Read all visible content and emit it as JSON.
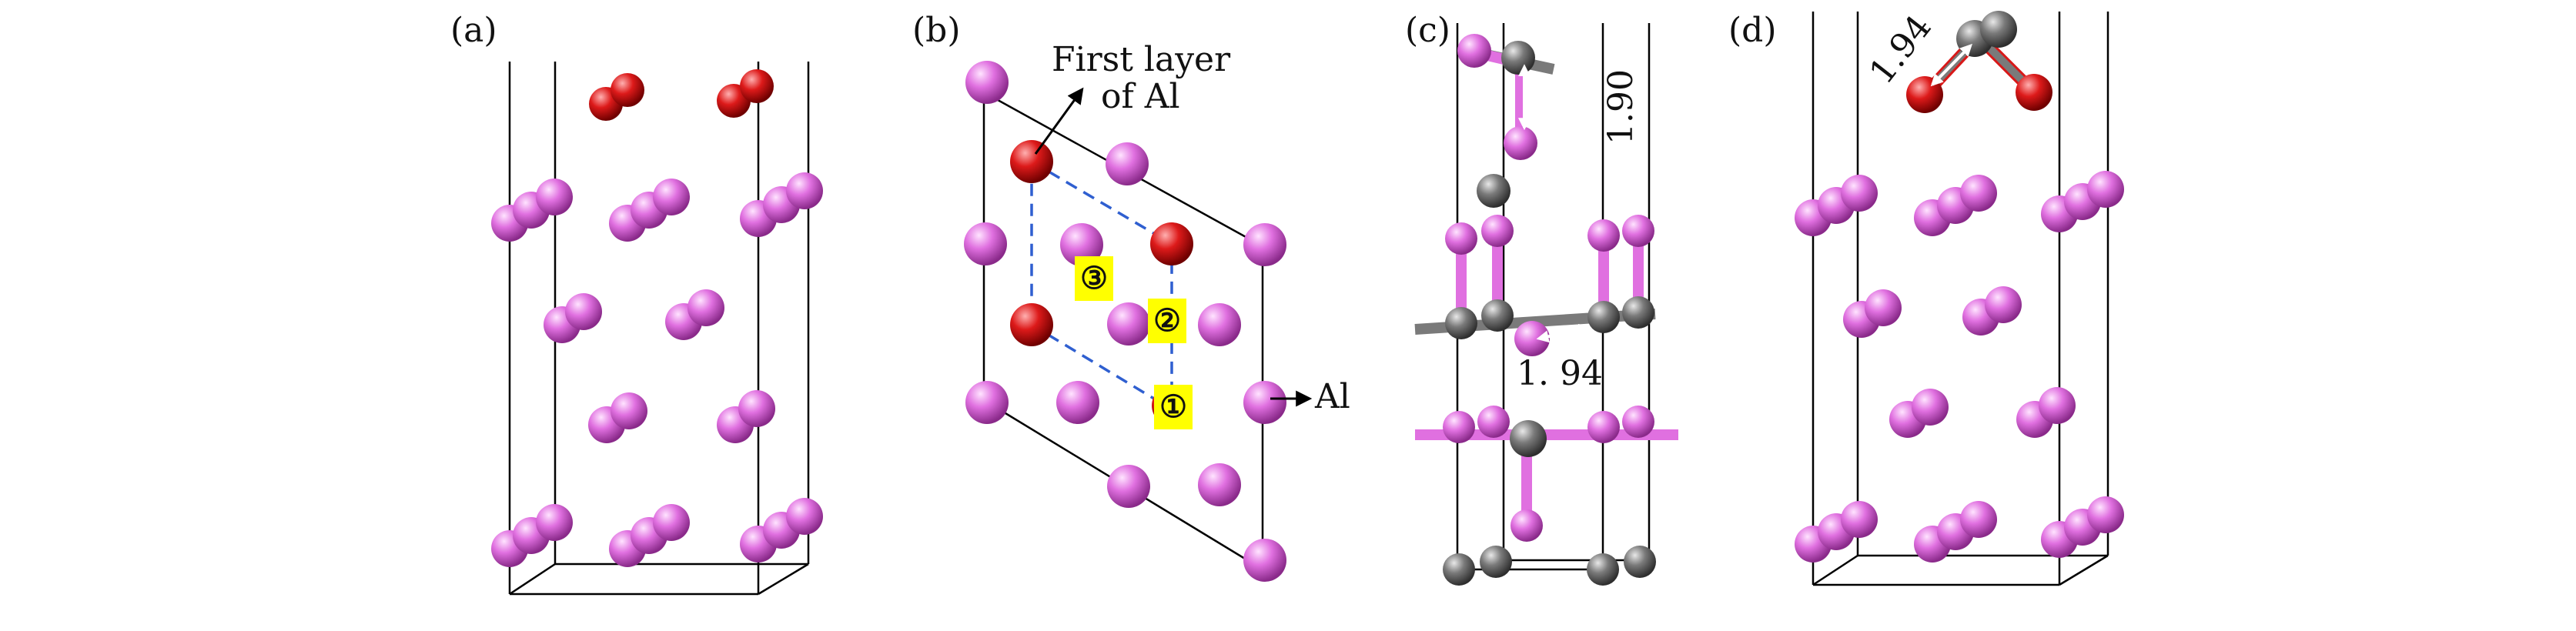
{
  "colors": {
    "al_atom": "#e070e0",
    "o_atom": "#d81818",
    "c_atom": "#7a7a7a",
    "cell_line": "#000000",
    "dashed_site_line": "#2f5fd0",
    "site_marker": "#ffff00",
    "bond_arrow": "#ffffff"
  },
  "panels": {
    "a": {
      "label": "(a)"
    },
    "b": {
      "label": "(b)",
      "annotation_line1": "First layer",
      "annotation_line2": "of Al",
      "al_label": "Al",
      "site_1": "①",
      "site_2": "②",
      "site_3": "③"
    },
    "c": {
      "label": "(c)",
      "bond_vertical": "1.90",
      "bond_horizontal": "1. 94"
    },
    "d": {
      "label": "(d)",
      "bond": "1.94"
    }
  }
}
